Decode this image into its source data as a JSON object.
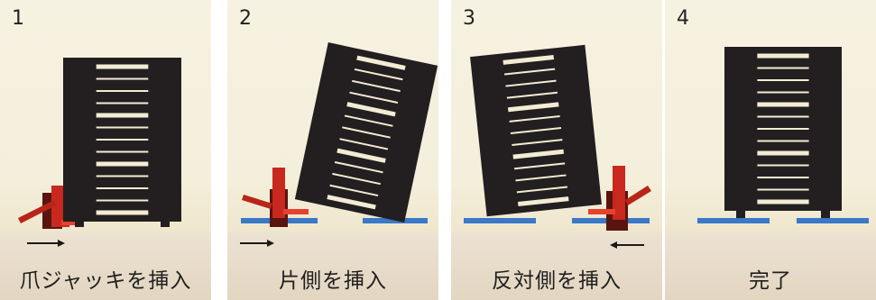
{
  "steps": [
    {
      "number": "1",
      "caption": "爪ジャッキを挿入"
    },
    {
      "number": "2",
      "caption": "片側を挿入"
    },
    {
      "number": "3",
      "caption": "反対側を挿入"
    },
    {
      "number": "4",
      "caption": "完了"
    }
  ],
  "colors": {
    "rack": "#231f20",
    "slot": "#f3ecd4",
    "jack_red": "#c8281e",
    "jack_dark": "#4a120d",
    "plate_blue": "#3a78c8",
    "arrow": "#1a1a1a"
  }
}
